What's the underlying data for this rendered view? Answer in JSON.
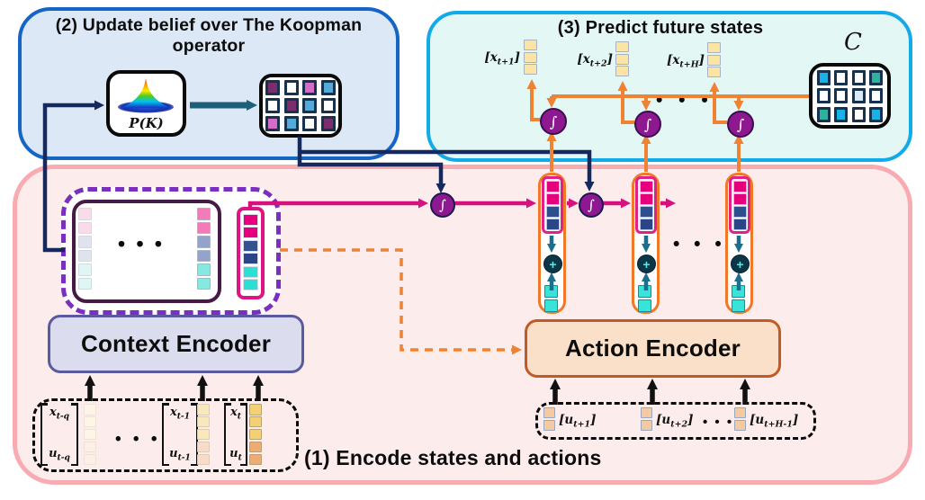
{
  "colors": {
    "navy": "#16295e",
    "teal": "#1d5f78",
    "teal_small": "#1b6e8c",
    "magenta": "#d6117e",
    "orange": "#f08233",
    "black": "#111111",
    "node_fill": "#8e1890",
    "node_border": "#2a0f4e",
    "plus_fill": "#0a3648",
    "plus_glyph_color": "#5ce8e0"
  },
  "belief": {
    "title": "(2) Update belief over The Koopman operator",
    "prior_pre": "P(",
    "prior_k": "K",
    "prior_post": ")",
    "matrix": [
      [
        "#7c2d6d",
        "#ffffff",
        "#d66bc8",
        "#55aad8"
      ],
      [
        "#ffffff",
        "#7c2d6d",
        "#55aad8",
        "#ffffff"
      ],
      [
        "#d66bc8",
        "#55aad8",
        "#ffffff",
        "#7c2d6d"
      ]
    ]
  },
  "predict": {
    "title": "(3) Predict future states",
    "node_glyph": "∫",
    "c_label": "C",
    "c_matrix": [
      [
        "#18b1e8",
        "#ffffff",
        "#ffffff",
        "#2cb39c"
      ],
      [
        "#ffffff",
        "#ffffff",
        "#d8e9f8",
        "#ffffff"
      ],
      [
        "#2cb39c",
        "#18b1e8",
        "#ffffff",
        "#18b1e8"
      ]
    ],
    "state_vector_cells": [
      "#fbe4a4",
      "#fbe4a4",
      "#fbe4a4"
    ],
    "states": [
      {
        "pre": "[",
        "base": "x",
        "sub": "t+1",
        "post": "]"
      },
      {
        "pre": "[",
        "base": "x",
        "sub": "t+2",
        "post": "]"
      },
      {
        "pre": "[",
        "base": "x",
        "sub": "t+H",
        "post": "]"
      }
    ]
  },
  "encode": {
    "title": "(1) Encode states and actions",
    "context_encoder": "Context Encoder",
    "action_encoder": "Action Encoder",
    "node_glyph": "∫",
    "sum_glyph": "+",
    "context_memory": {
      "faded_col": [
        "#f9dbe9",
        "#f9dbe9",
        "#dfe3ee",
        "#dfe3ee",
        "#def7f5",
        "#def7f5"
      ],
      "recent_col": [
        "#f27cba",
        "#f27cba",
        "#93a3c9",
        "#93a3c9",
        "#85e9e1",
        "#85e9e1"
      ]
    },
    "z_vector": [
      "#e60080",
      "#e60080",
      "#35538f",
      "#2b4589",
      "#2bdfd5",
      "#2bdfd5"
    ],
    "containers": {
      "top_cells": [
        "#e6007e",
        "#e6007e",
        "#2f4e8e",
        "#2b4687"
      ],
      "bottom_cells": [
        "#38e4da",
        "#38e4da"
      ]
    },
    "history": {
      "items": [
        {
          "top_base": "x",
          "top_sub": "t-q",
          "bot_base": "u",
          "bot_sub": "t-q",
          "cells": [
            "#fdf5e6",
            "#fdf5e6",
            "#fdf5e6",
            "#fcefe7",
            "#fcefe7"
          ]
        },
        {
          "top_base": "x",
          "top_sub": "t-1",
          "bot_base": "u",
          "bot_sub": "t-1",
          "cells": [
            "#f9e8bb",
            "#f9e8bb",
            "#f9e8bb",
            "#f8dcc9",
            "#f8dcc9"
          ]
        },
        {
          "top_base": "x",
          "top_sub": "t",
          "bot_base": "u",
          "bot_sub": "t",
          "cells": [
            "#f4d072",
            "#f4d072",
            "#f4d072",
            "#eeab72",
            "#eeab72"
          ]
        }
      ]
    },
    "actions": {
      "items": [
        {
          "pre": "[",
          "base": "u",
          "sub": "t+1",
          "post": "]",
          "cells": [
            "#f6caa1",
            "#f6caa1"
          ]
        },
        {
          "pre": "[",
          "base": "u",
          "sub": "t+2",
          "post": "]",
          "cells": [
            "#f6caa1",
            "#f6caa1"
          ]
        },
        {
          "pre": "[",
          "base": "u",
          "sub": "t+H-1",
          "post": "]",
          "cells": [
            "#f6caa1",
            "#f6caa1"
          ]
        }
      ]
    }
  },
  "misc": {
    "ellipsis": "• • •"
  }
}
